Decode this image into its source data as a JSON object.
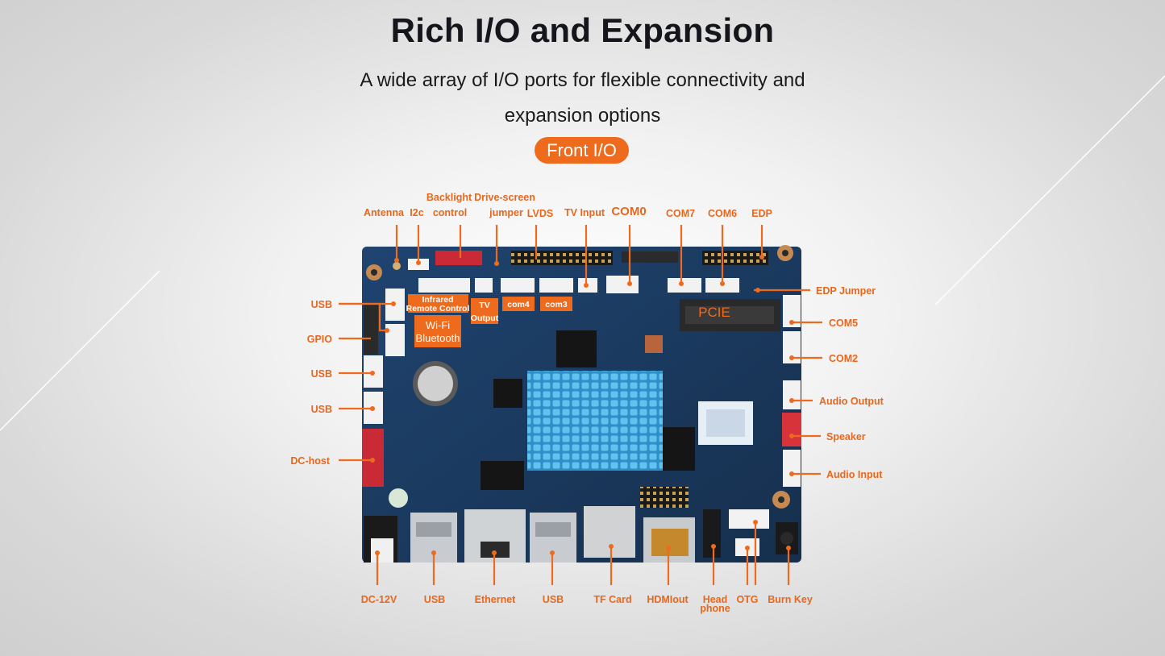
{
  "header": {
    "title": "Rich I/O and Expansion",
    "subtitle_line1": "A wide array of I/O ports for flexible connectivity and",
    "subtitle_line2": "expansion options",
    "badge": "Front I/O"
  },
  "board_tags": {
    "infrared": [
      "Infrared",
      "Remote Control"
    ],
    "tv_output": [
      "TV",
      "Output"
    ],
    "com4": "com4",
    "com3": "com3",
    "wifi": [
      "Wi-Fi",
      "Bluetooth"
    ],
    "pcie": "PCIE"
  },
  "labels": {
    "top": {
      "antenna": "Antenna",
      "i2c": "I2c",
      "backlight": [
        "Backlight",
        "control"
      ],
      "drive_screen": [
        "Drive-screen",
        "jumper"
      ],
      "lvds": "LVDS",
      "tv_input": "TV Input",
      "com0": "COM0",
      "com7": "COM7",
      "com6": "COM6",
      "edp": "EDP"
    },
    "left": {
      "usb1": "USB",
      "gpio": "GPIO",
      "usb2": "USB",
      "usb3": "USB",
      "dc_host": "DC-host"
    },
    "right": {
      "edp_jumper": "EDP Jumper",
      "com5": "COM5",
      "com2": "COM2",
      "audio_output": "Audio Output",
      "speaker": "Speaker",
      "audio_input": "Audio Input"
    },
    "bottom": {
      "dc12v": "DC-12V",
      "usb_a": "USB",
      "ethernet": "Ethernet",
      "usb_b": "USB",
      "tf_card": "TF Card",
      "hdmi": "HDMIout",
      "headphone": [
        "Head",
        "phone"
      ],
      "otg": "OTG",
      "burn_key": "Burn Key"
    }
  },
  "colors": {
    "accent": "#ee6a1c",
    "board": "#1b3a5c",
    "heatsink": "#4fb3e6"
  }
}
